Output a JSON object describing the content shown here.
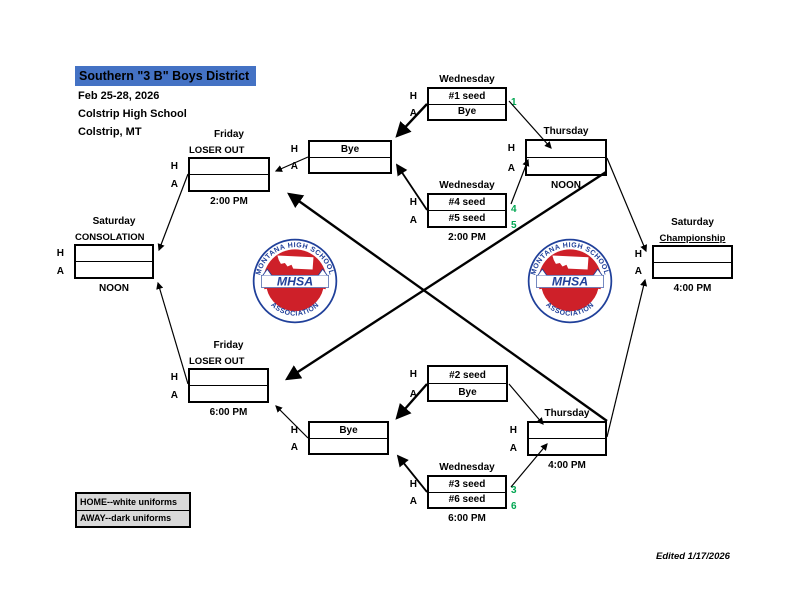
{
  "header": {
    "title": "Southern \"3 B\" Boys District",
    "dates": "Feb 25-28, 2026",
    "school": "Colstrip High School",
    "city": "Colstrip, MT"
  },
  "labels": {
    "home": "H",
    "away": "A"
  },
  "games": {
    "wed_1": {
      "day": "Wednesday",
      "home": "#1 seed",
      "away": "Bye",
      "home_num": "1"
    },
    "bye_top": {
      "home": "Bye",
      "away": ""
    },
    "wed_45": {
      "day": "Wednesday",
      "home": "#4 seed",
      "away": "#5 seed",
      "home_num": "4",
      "away_num": "5",
      "time": "2:00 PM"
    },
    "fri_2pm": {
      "day": "Friday",
      "label": "LOSER OUT",
      "time": "2:00 PM"
    },
    "thu_noon": {
      "day": "Thursday",
      "time": "NOON"
    },
    "consolation": {
      "day": "Saturday",
      "label": "CONSOLATION",
      "time": "NOON"
    },
    "championship": {
      "day": "Saturday",
      "label": "Championship",
      "time": "4:00 PM"
    },
    "wed_2": {
      "home": "#2 seed",
      "away": "Bye"
    },
    "bye_bottom": {
      "home": "Bye",
      "away": ""
    },
    "wed_36": {
      "day": "Wednesday",
      "home": "#3 seed",
      "away": "#6 seed",
      "home_num": "3",
      "away_num": "6",
      "time": "6:00 PM"
    },
    "fri_6pm": {
      "day": "Friday",
      "label": "LOSER OUT",
      "time": "6:00 PM"
    },
    "thu_4pm": {
      "day": "Thursday",
      "time": "4:00 PM"
    }
  },
  "legend": {
    "home_row": "HOME--white uniforms",
    "away_row": "AWAY--dark uniforms"
  },
  "logo": {
    "arc_top": "MONTANA HIGH SCHOOL",
    "center": "MHSA",
    "arc_bottom": "ASSOCIATION"
  },
  "footer": {
    "edited": "Edited 1/17/2026"
  },
  "colors": {
    "title_highlight": "#4472C4",
    "seed_number_green": "#00A651",
    "legend_bg": "#D9D9D9",
    "logo_red": "#CE2029",
    "logo_blue": "#20409A"
  }
}
